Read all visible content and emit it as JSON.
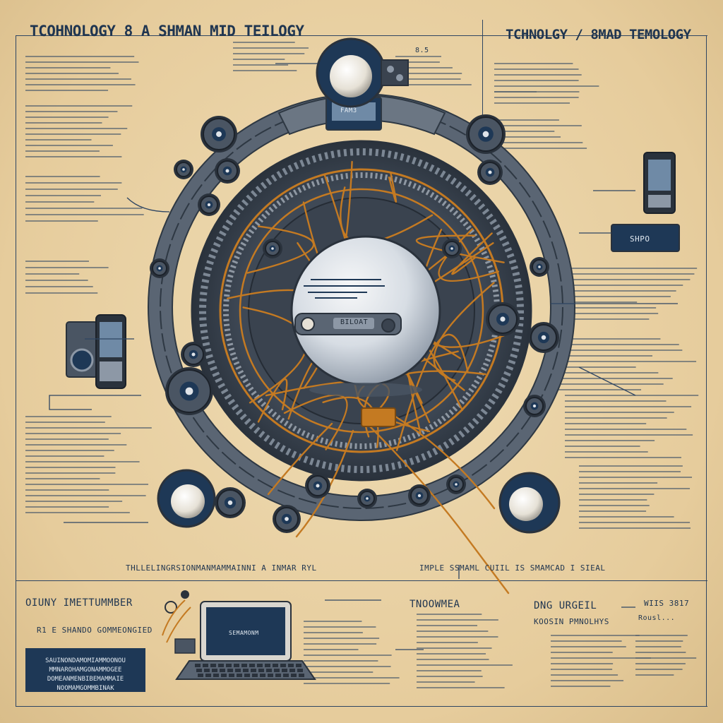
{
  "poster": {
    "title_left": "TCOHNOLOGY 8 A SHMAN MID TEILOGY",
    "title_right": "TCHNOLGY / 8MAD TEMOLOGY",
    "corner_mark": "8.5",
    "device_screen_text": "FAM3",
    "core_plate_text": "BILOAT",
    "right_device_label": "SHPO",
    "caption_left": "THLLELINGRSIONMANMAMMAINNI A INMAR RYL",
    "caption_right": "IMPLE SSMAML CUIIL IS SMAMCAD I SIEAL",
    "lower_left_heading": "OIUNY IMETTUMMBER",
    "lower_left_sub": "R1 E SHANDO GOMMEONGIED",
    "navy_box_lines": [
      "SAUINONDAMOMIAMMOONOU",
      "MMNAROHAMGONAMMOGEE",
      "DOMEANMENBIBEMAMMAIE",
      "NOOMAMGOMMBINAK"
    ],
    "laptop_screen_text": "SEMAMONM",
    "lower_mid_heading": "TNOOWMEA",
    "lower_right_heading": "DNG URGEIL",
    "lower_right_sub": "KOOSIN PMNOLHYS",
    "lower_far_right_heading": "WIIS 3817",
    "lower_far_right_sub": "Rousl..."
  },
  "palette": {
    "parchment": "#e9d3a6",
    "navy": "#1e3856",
    "gunmetal": "#4a5563",
    "copper": "#c47a22",
    "pearl": "#dfe3e8"
  }
}
